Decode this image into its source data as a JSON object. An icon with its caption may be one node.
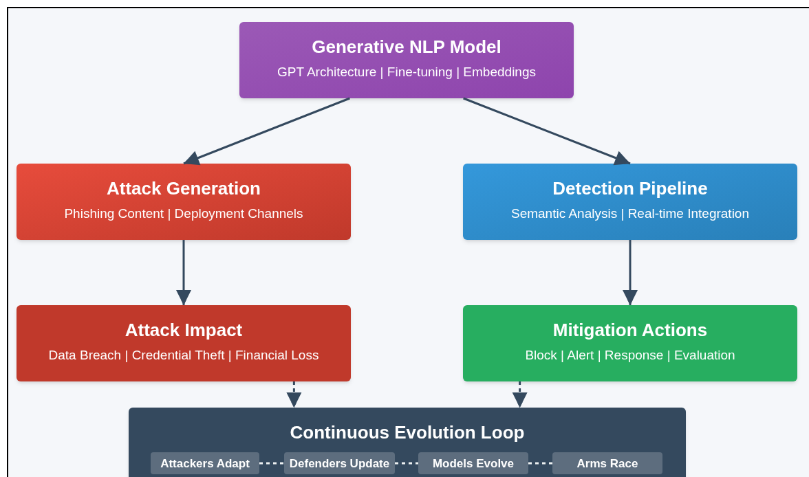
{
  "diagram": {
    "nodes": [
      {
        "text": [
          "Generative NLP Model",
          "GPT Architecture | Fine-tuning | Embeddings"
        ]
      },
      {
        "text": [
          "Attack Generation",
          "Phishing Content | Deployment Channels"
        ]
      },
      {
        "text": [
          "Detection Pipeline",
          "Semantic Analysis | Real-time Integration"
        ]
      },
      {
        "text": [
          "Attack Impact",
          "Data Breach | Credential Theft | Financial Loss"
        ]
      },
      {
        "text": [
          "Mitigation Actions",
          "Block | Alert | Response | Evaluation"
        ]
      },
      {
        "text": [
          "Continuous Evolution Loop"
        ]
      },
      {
        "text": [
          "Attackers Adapt"
        ],
        "in": 5
      },
      {
        "text": [
          "Defenders Update"
        ],
        "in": 5
      },
      {
        "text": [
          "Models Evolve"
        ],
        "in": 5
      },
      {
        "text": [
          "Arms Race"
        ],
        "in": 5
      }
    ],
    "edges": [
      {
        "from": 0,
        "to": 1,
        "arrow": "to"
      },
      {
        "from": 0,
        "to": 2,
        "arrow": "to"
      },
      {
        "from": 1,
        "to": 3,
        "arrow": "to"
      },
      {
        "from": 2,
        "to": 4,
        "arrow": "to"
      },
      {
        "from": 3,
        "to": 5,
        "arrow": "to",
        "style": "dashed"
      },
      {
        "from": 4,
        "to": 5,
        "arrow": "to",
        "style": "dashed"
      },
      {
        "from": 6,
        "to": 7,
        "arrow": "none",
        "style": "dashed",
        "color": "#ecf0f1"
      },
      {
        "from": 7,
        "to": 8,
        "arrow": "none",
        "style": "dashed",
        "color": "#ecf0f1"
      },
      {
        "from": 8,
        "to": 9,
        "arrow": "none",
        "style": "dashed",
        "color": "#ecf0f1"
      }
    ]
  }
}
